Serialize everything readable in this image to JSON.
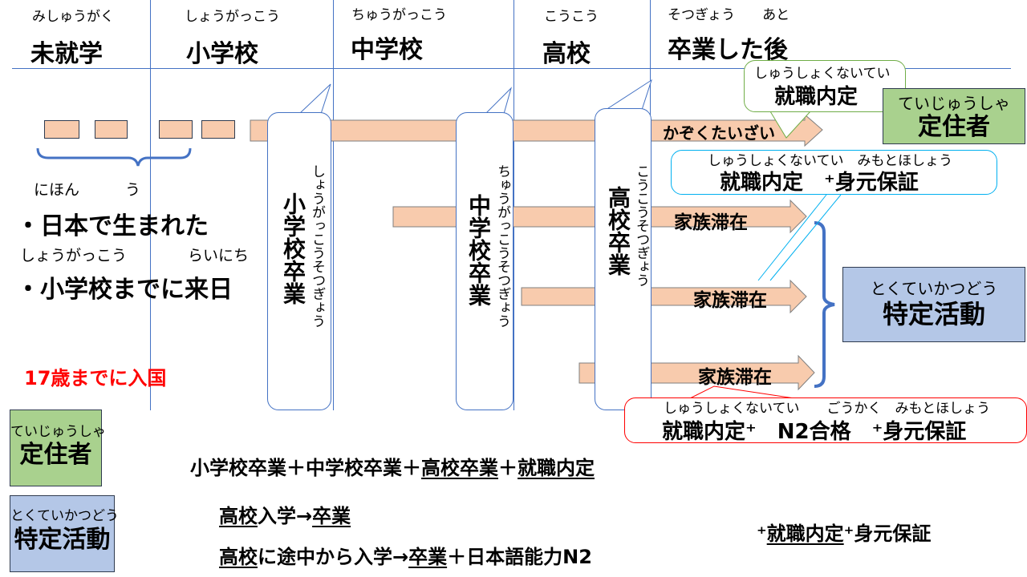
{
  "header": {
    "columns": [
      {
        "furigana": "みしゅうがく",
        "label": "未就学"
      },
      {
        "furigana": "しょうがっこう",
        "label": "小学校"
      },
      {
        "furigana": "ちゅうがっこう",
        "label": "中学校"
      },
      {
        "furigana": "こうこう",
        "label": "高校"
      },
      {
        "furigana": "そつぎょう　　あと",
        "label": "卒業した後"
      }
    ]
  },
  "left": {
    "line1_furigana": "にほん　　　う",
    "line1": "・日本で生まれた",
    "line2_furigana": "しょうがっこう　　　　らいにち",
    "line2": "・小学校までに来日",
    "age_note": "17歳までに入国",
    "age_note_color": "#ff0000"
  },
  "callouts": [
    {
      "furigana": "しょうがっこうそつぎょう",
      "label": "小学校卒業"
    },
    {
      "furigana": "ちゅうがっこうそつぎょう",
      "label": "中学校卒業"
    },
    {
      "furigana": "こうこうそつぎょう",
      "label": "高校卒業"
    }
  ],
  "arrows": {
    "top_label": "かぞくたいざい",
    "labels": [
      "家族滞在",
      "家族滞在",
      "家族滞在"
    ]
  },
  "outcomes": {
    "job_offer": {
      "furigana": "しゅうしょくないてい",
      "label": "就職内定"
    },
    "job_guarantor": {
      "furigana": "しゅうしょくないてい　みもとほしょう",
      "label": "就職内定　⁺身元保証"
    },
    "job_n2_guarantor": {
      "furigana": "しゅうしょくないてい　　ごうかく　みもとほしょう",
      "label": "就職内定⁺　N2合格　⁺身元保証"
    },
    "teijusha": {
      "furigana": "ていじゅうしゃ",
      "label": "定住者",
      "color": "#a9d18e"
    },
    "tokutei": {
      "furigana": "とくていかつどう",
      "label": "特定活動",
      "color": "#b4c7e7"
    }
  },
  "legend": {
    "teijusha": {
      "furigana": "ていじゅうしゃ",
      "label": "定住者",
      "segments": [
        "小学校卒業＋中学校卒業＋",
        "高校卒業",
        "＋",
        "就職内定"
      ]
    },
    "tokutei": {
      "furigana": "とくていかつどう",
      "label": "特定活動",
      "line1": [
        "高校",
        "入学→",
        "卒業"
      ],
      "line2": [
        "高校",
        "に途中から入学→",
        "卒業",
        "＋日本語能力N2"
      ]
    },
    "note": [
      "⁺",
      "就職内定",
      "⁺身元保証"
    ]
  }
}
